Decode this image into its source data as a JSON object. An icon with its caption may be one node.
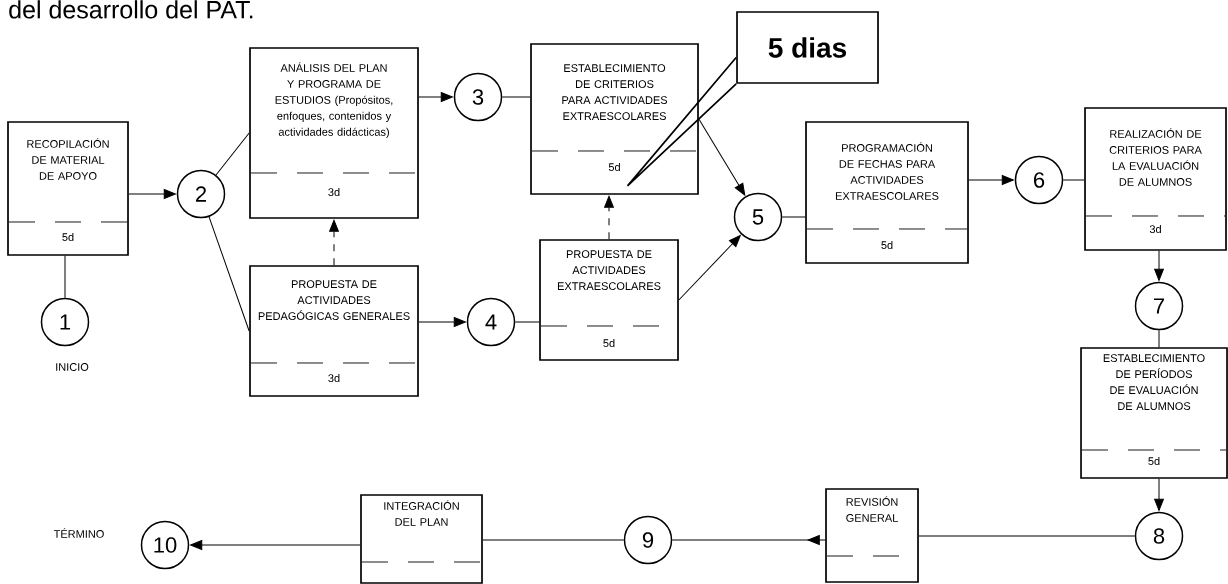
{
  "diagram": {
    "nodes": [
      {
        "text": [
          "RECOPILACIÓN DE MATERIAL DE APOYO",
          "5d"
        ]
      },
      {
        "text": [
          "1"
        ],
        "beside": [
          "INICIO"
        ]
      },
      {
        "text": [
          "2"
        ]
      },
      {
        "text": [
          "ANÁLISIS DEL PLAN Y PROGRAMA DE ESTUDIOS (Propósitos, enfoques, contenidos y actividades didácticas)",
          "3d"
        ]
      },
      {
        "text": [
          "PROPUESTA DE ACTIVIDADES PEDAGÓGICAS GENERALES",
          "3d"
        ]
      },
      {
        "text": [
          "3"
        ]
      },
      {
        "text": [
          "4"
        ]
      },
      {
        "text": [
          "ESTABLECIMIENTO DE CRITERIOS PARA ACTIVIDADES EXTRAESCOLARES",
          "5d"
        ]
      },
      {
        "text": [
          "PROPUESTA DE ACTIVIDADES EXTRAESCOLARES",
          "5d"
        ]
      },
      {
        "text": [
          "5 dias"
        ]
      },
      {
        "text": [
          "5"
        ]
      },
      {
        "text": [
          "PROGRAMACIÓN DE FECHAS PARA ACTIVIDADES EXTRAESCOLARES",
          "5d"
        ]
      },
      {
        "text": [
          "6"
        ]
      },
      {
        "text": [
          "REALIZACIÓN DE CRITERIOS PARA LA EVALUACIÓN DE ALUMNOS",
          "3d"
        ]
      },
      {
        "text": [
          "7"
        ]
      },
      {
        "text": [
          "ESTABLECIMIENTO DE PERÍODOS DE EVALUACIÓN DE ALUMNOS",
          "5d"
        ]
      },
      {
        "text": [
          "8"
        ]
      },
      {
        "text": [
          "REVISIÓN GENERAL"
        ]
      },
      {
        "text": [
          "9"
        ]
      },
      {
        "text": [
          "INTEGRACIÓN DEL PLAN"
        ]
      },
      {
        "text": [
          "10"
        ],
        "beside": [
          "TÉRMINO"
        ]
      }
    ],
    "edges": [
      {
        "from": 0,
        "to": 2,
        "arrow": "to"
      },
      {
        "from": 0,
        "to": 1,
        "arrow": "none"
      },
      {
        "from": 2,
        "to": 3,
        "arrow": "none"
      },
      {
        "from": 2,
        "to": 4,
        "arrow": "none"
      },
      {
        "from": 4,
        "to": 3,
        "arrow": "to",
        "style": "dashed"
      },
      {
        "from": 3,
        "to": 5,
        "arrow": "to"
      },
      {
        "from": 5,
        "to": 7,
        "arrow": "none"
      },
      {
        "from": 4,
        "to": 6,
        "arrow": "to"
      },
      {
        "from": 6,
        "to": 8,
        "arrow": "none"
      },
      {
        "from": 8,
        "to": 7,
        "arrow": "to",
        "style": "dashed"
      },
      {
        "from": 7,
        "to": 10,
        "arrow": "to"
      },
      {
        "from": 8,
        "to": 10,
        "arrow": "to"
      },
      {
        "from": 10,
        "to": 11,
        "arrow": "none"
      },
      {
        "from": 11,
        "to": 12,
        "arrow": "to"
      },
      {
        "from": 12,
        "to": 13,
        "arrow": "none"
      },
      {
        "from": 13,
        "to": 14,
        "arrow": "to"
      },
      {
        "from": 14,
        "to": 15,
        "arrow": "none"
      },
      {
        "from": 15,
        "to": 16,
        "arrow": "to"
      },
      {
        "from": 16,
        "to": 17,
        "arrow": "none"
      },
      {
        "from": 17,
        "to": 18,
        "arrow": "to"
      },
      {
        "from": 18,
        "to": 19,
        "arrow": "none"
      },
      {
        "from": 19,
        "to": 20,
        "arrow": "to"
      },
      {
        "from": 9,
        "to": 7,
        "arrow": "none"
      }
    ],
    "labels": [
      "del desarrollo del PAT."
    ]
  }
}
